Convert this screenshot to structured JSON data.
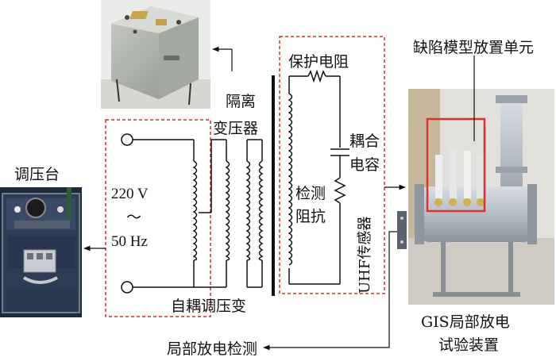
{
  "labels": {
    "voltage_regulator": "调压台",
    "isolation_transformer_line1": "隔离",
    "isolation_transformer_line2": "变压器",
    "source_voltage": "220 V",
    "source_tilde": "～",
    "source_frequency": "50 Hz",
    "auto_transformer": "自耦调压变",
    "protection_resistor": "保护电阻",
    "coupling_capacitor_line1": "耦合",
    "coupling_capacitor_line2": "电容",
    "detection_impedance_line1": "检测",
    "detection_impedance_line2": "阻抗",
    "uhf_sensor": "UHF传感器",
    "defect_model_unit": "缺陷模型放置单元",
    "gis_test_device_line1": "GIS局部放电",
    "gis_test_device_line2": "试验装置",
    "pd_detection": "局部放电检测"
  },
  "colors": {
    "dashed_box": "#d62b2b",
    "wire": "#111111",
    "highlight_box": "#e03030"
  },
  "photos": {
    "isolation_transformer_photo": "isolation-transformer-photo",
    "regulator_photo": "voltage-regulator-photo",
    "gis_photo": "gis-test-device-photo"
  }
}
